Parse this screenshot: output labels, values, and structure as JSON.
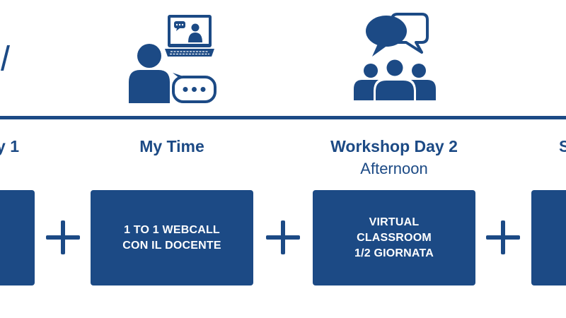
{
  "colors": {
    "primary": "#1c4a85",
    "background": "#ffffff",
    "box_text": "#ffffff"
  },
  "columns": [
    {
      "title": "y 1",
      "subtitle": "",
      "box_text": "",
      "icon": "partial-icon"
    },
    {
      "title": "My Time",
      "subtitle": "",
      "box_text": "1 TO 1 WEBCALL\nCON IL DOCENTE",
      "icon": "webcall-person-laptop-icon"
    },
    {
      "title": "Workshop Day 2",
      "subtitle": "Afternoon",
      "box_text": "VIRTUAL\nCLASSROOM\n1/2 GIORNATA",
      "icon": "group-chat-icon"
    },
    {
      "title": "S",
      "subtitle": "",
      "box_text": "",
      "icon": ""
    }
  ],
  "connectors": [
    "plus-icon",
    "plus-icon",
    "plus-icon"
  ]
}
